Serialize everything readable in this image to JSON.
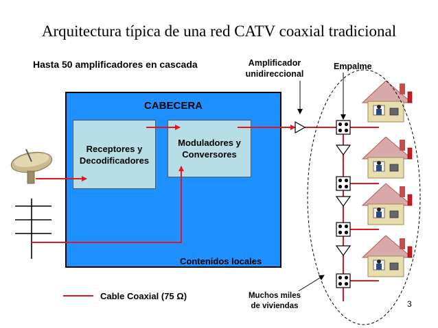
{
  "slide": {
    "title": "Arquitectura típica de una red CATV coaxial tradicional",
    "page_number": "3"
  },
  "labels": {
    "cascade_note": "Hasta 50 amplificadores en cascada",
    "amplifier": [
      "Amplificador",
      "unidireccional"
    ],
    "splice": "Empalme",
    "headend": "CABECERA",
    "receivers": [
      "Receptores y",
      "Decodificadores"
    ],
    "modulators": [
      "Moduladores y",
      "Conversores"
    ],
    "local_content": "Contenidos locales",
    "homes": [
      "Muchos miles",
      "de viviendas"
    ],
    "legend_cable": "Cable Coaxial (75 Ω)"
  },
  "colors": {
    "coax": "#e8141c",
    "headend_fill": "#1e90ff",
    "inner_box_fill": "#b7dde6"
  }
}
